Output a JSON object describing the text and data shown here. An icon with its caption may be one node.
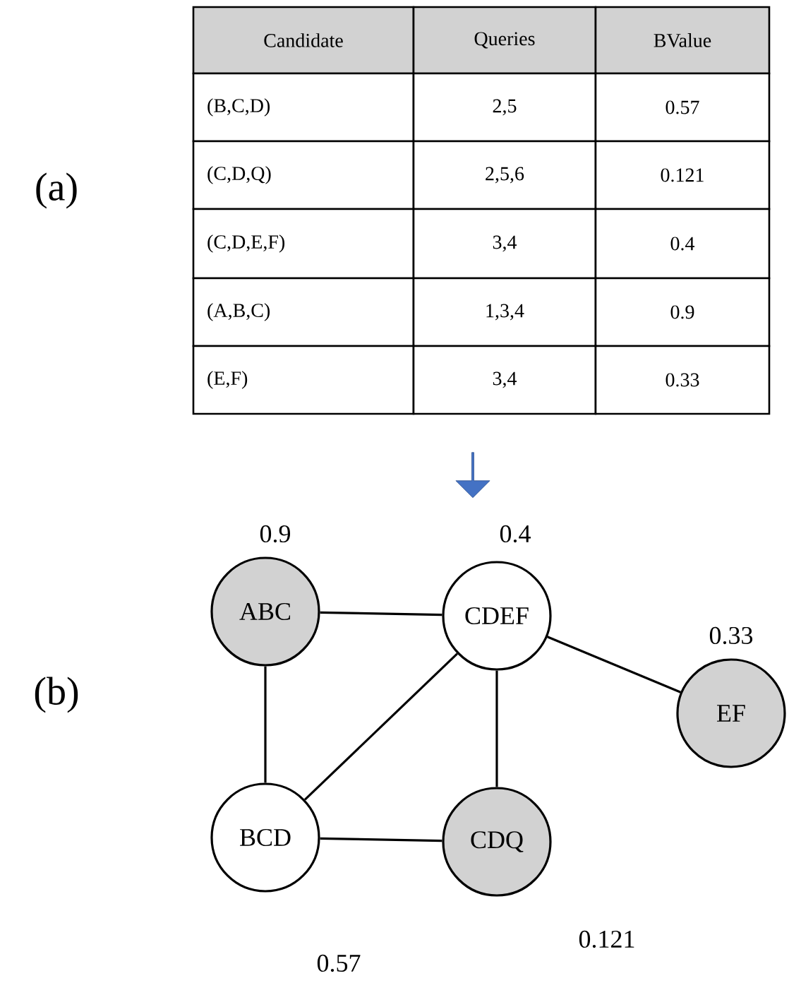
{
  "diagram": {
    "nodes": [
      {
        "text": [
          "ABC"
        ],
        "beside": [
          "0.9"
        ]
      },
      {
        "text": [
          "CDEF"
        ],
        "beside": [
          "0.4"
        ]
      },
      {
        "text": [
          "EF"
        ],
        "beside": [
          "0.33"
        ]
      },
      {
        "text": [
          "BCD"
        ],
        "beside": [
          "0.57"
        ]
      },
      {
        "text": [
          "CDQ"
        ],
        "beside": [
          "0.121"
        ]
      }
    ],
    "edges": [
      {
        "from": 0,
        "to": 1,
        "arrow": "none"
      },
      {
        "from": 1,
        "to": 2,
        "arrow": "none"
      },
      {
        "from": 0,
        "to": 3,
        "arrow": "none"
      },
      {
        "from": 1,
        "to": 3,
        "arrow": "none"
      },
      {
        "from": 1,
        "to": 4,
        "arrow": "none"
      },
      {
        "from": 3,
        "to": 4,
        "arrow": "none"
      }
    ],
    "labels": [
      "(a)",
      "Candidate",
      "Queries",
      "BValue",
      "(B,C,D)",
      "2,5",
      "0.57",
      "(C,D,Q)",
      "2,5,6",
      "0.121",
      "(C,D,E,F)",
      "3,4",
      "0.4",
      "(A,B,C)",
      "1,3,4",
      "0.9",
      "(E,F)",
      "3,4",
      "0.33",
      "(b)"
    ]
  }
}
